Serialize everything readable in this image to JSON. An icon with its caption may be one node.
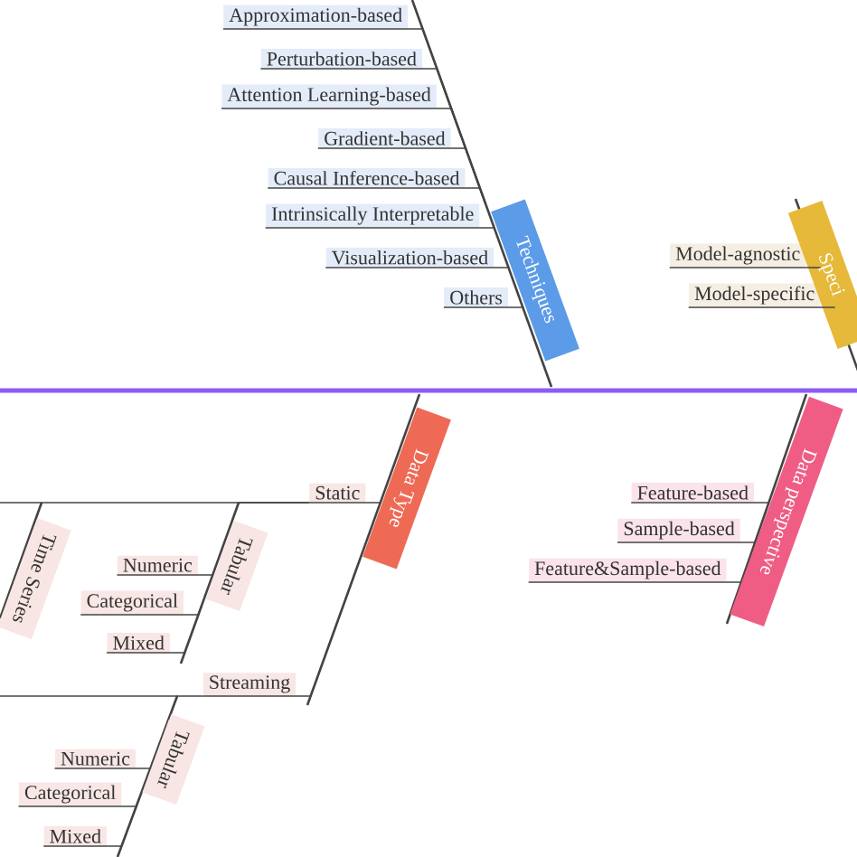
{
  "diagram": {
    "nodes": [
      {
        "text": [
          "Approximation-based"
        ]
      },
      {
        "text": [
          "Perturbation-based"
        ]
      },
      {
        "text": [
          "Attention Learning-based"
        ]
      },
      {
        "text": [
          "Gradient-based"
        ]
      },
      {
        "text": [
          "Causal Inference-based"
        ]
      },
      {
        "text": [
          "Intrinsically Interpretable"
        ]
      },
      {
        "text": [
          "Visualization-based"
        ]
      },
      {
        "text": [
          "Others"
        ]
      },
      {
        "text": [
          "Techniques"
        ]
      },
      {
        "text": [
          "Model-agnostic"
        ]
      },
      {
        "text": [
          "Model-specific"
        ]
      },
      {
        "text": [
          "Speci"
        ]
      },
      {
        "text": [
          "Time Series"
        ]
      },
      {
        "text": [
          "Static"
        ]
      },
      {
        "text": [
          "Numeric"
        ]
      },
      {
        "text": [
          "Categorical"
        ]
      },
      {
        "text": [
          "Mixed"
        ]
      },
      {
        "text": [
          "Tabular"
        ]
      },
      {
        "text": [
          "Data Type"
        ]
      },
      {
        "text": [
          "Streaming"
        ]
      },
      {
        "text": [
          "Feature-based"
        ]
      },
      {
        "text": [
          "Sample-based"
        ]
      },
      {
        "text": [
          "Feature&Sample-based"
        ]
      },
      {
        "text": [
          "Data perspective"
        ]
      },
      {
        "text": [
          "Tabular"
        ]
      },
      {
        "text": [
          "Numeric"
        ]
      },
      {
        "text": [
          "Categorical"
        ]
      },
      {
        "text": [
          "Mixed"
        ]
      }
    ],
    "edges": [
      {
        "from": 0,
        "to": 8,
        "arrow": "none"
      },
      {
        "from": 1,
        "to": 8,
        "arrow": "none"
      },
      {
        "from": 2,
        "to": 8,
        "arrow": "none"
      },
      {
        "from": 3,
        "to": 8,
        "arrow": "none"
      },
      {
        "from": 4,
        "to": 8,
        "arrow": "none"
      },
      {
        "from": 5,
        "to": 8,
        "arrow": "none"
      },
      {
        "from": 6,
        "to": 8,
        "arrow": "none"
      },
      {
        "from": 7,
        "to": 8,
        "arrow": "none"
      },
      {
        "from": 9,
        "to": 11,
        "arrow": "none"
      },
      {
        "from": 10,
        "to": 11,
        "arrow": "none"
      },
      {
        "from": 12,
        "to": 13,
        "arrow": "none"
      },
      {
        "from": 17,
        "to": 13,
        "arrow": "none"
      },
      {
        "from": 13,
        "to": 18,
        "arrow": "none"
      },
      {
        "from": 14,
        "to": 17,
        "arrow": "none"
      },
      {
        "from": 15,
        "to": 17,
        "arrow": "none"
      },
      {
        "from": 16,
        "to": 17,
        "arrow": "none"
      },
      {
        "from": 19,
        "to": 18,
        "arrow": "none"
      },
      {
        "from": 24,
        "to": 19,
        "arrow": "none"
      },
      {
        "from": 25,
        "to": 24,
        "arrow": "none"
      },
      {
        "from": 26,
        "to": 24,
        "arrow": "none"
      },
      {
        "from": 27,
        "to": 24,
        "arrow": "none"
      },
      {
        "from": 20,
        "to": 23,
        "arrow": "none"
      },
      {
        "from": 21,
        "to": 23,
        "arrow": "none"
      },
      {
        "from": 22,
        "to": 23,
        "arrow": "none"
      }
    ]
  }
}
